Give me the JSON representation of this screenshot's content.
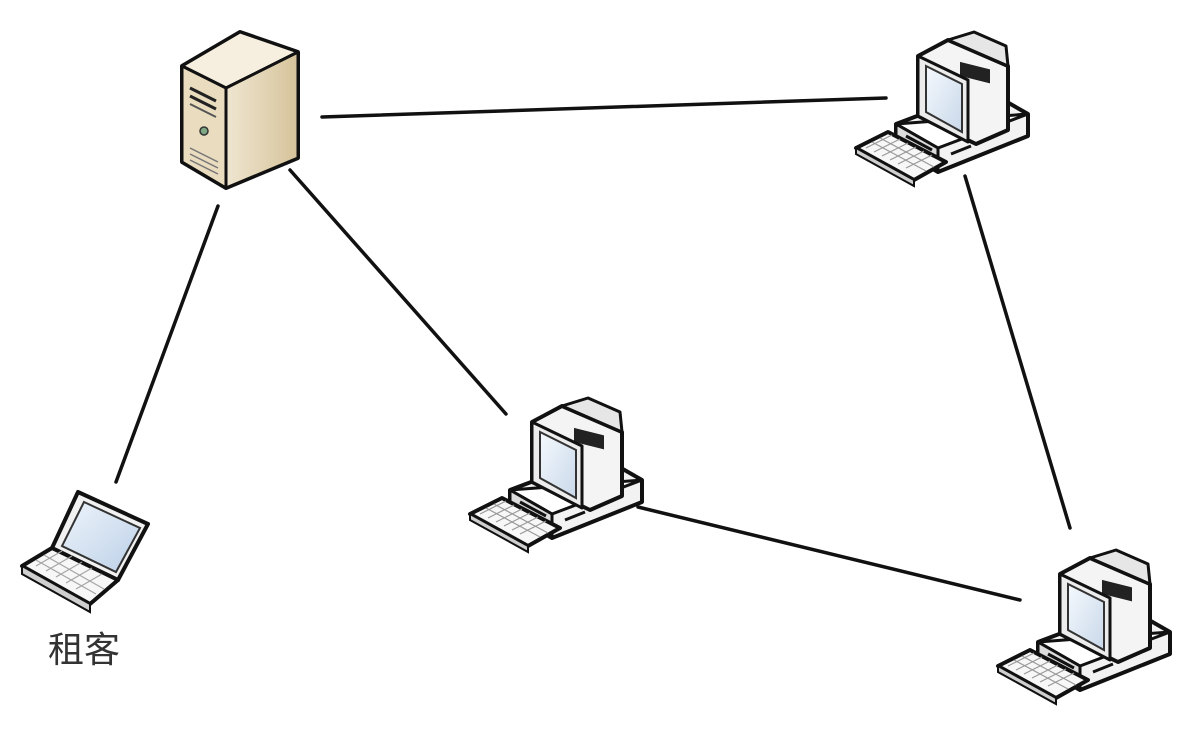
{
  "nodes": [
    {
      "id": "server",
      "kind": "server"
    },
    {
      "id": "laptop",
      "kind": "laptop",
      "label": "租客"
    },
    {
      "id": "pc-center",
      "kind": "desktop"
    },
    {
      "id": "pc-top-right",
      "kind": "desktop"
    },
    {
      "id": "pc-bottom-right",
      "kind": "desktop"
    }
  ],
  "edges": [
    {
      "from": "server",
      "to": "pc-top-right"
    },
    {
      "from": "server",
      "to": "laptop"
    },
    {
      "from": "server",
      "to": "pc-center"
    },
    {
      "from": "pc-center",
      "to": "pc-bottom-right"
    },
    {
      "from": "pc-top-right",
      "to": "pc-bottom-right"
    }
  ],
  "colors": {
    "line": "#111111",
    "server_body": "#e2d3b2",
    "device_body": "#f3f3f3",
    "screen": "#dbe6f2"
  }
}
